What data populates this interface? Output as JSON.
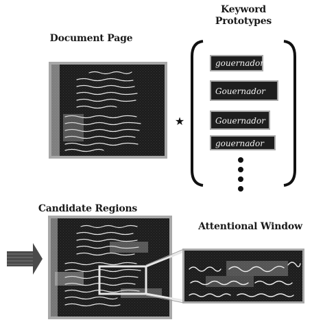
{
  "labels": {
    "document_page": "Document Page",
    "keyword_prototypes_line1": "Keyword",
    "keyword_prototypes_line2": "Prototypes",
    "candidate_regions": "Candidate Regions",
    "attentional_window": "Attentional Window"
  },
  "prototypes": [
    {
      "word": "gouernador"
    },
    {
      "word": "Gouernador"
    },
    {
      "word": "Gouernador"
    },
    {
      "word": "gouernador"
    }
  ],
  "operator_symbol": "★",
  "colors": {
    "panel_dark": "#1e1e1e",
    "panel_border": "#9a9a9a",
    "highlight_box": "#e8e8e8",
    "arrow": "#4a4a4a"
  }
}
